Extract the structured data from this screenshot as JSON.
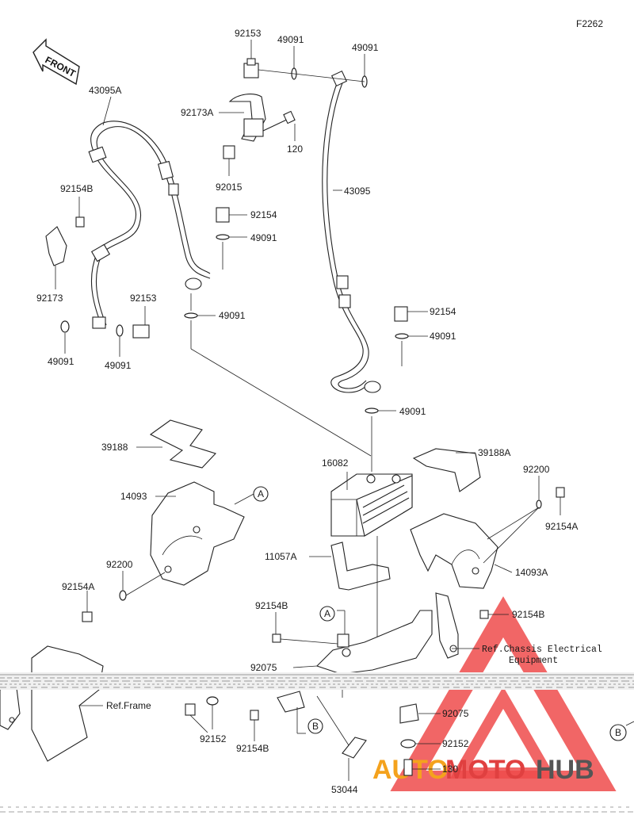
{
  "diagram_code": "F2262",
  "front_label": "FRONT",
  "parts": {
    "p43095A": "43095A",
    "p43095": "43095",
    "p92153_top": "92153",
    "p49091_top1": "49091",
    "p49091_top2": "49091",
    "p92173A": "92173A",
    "p120_top": "120",
    "p92015": "92015",
    "p92154_mid": "92154",
    "p49091_mid1": "49091",
    "p49091_mid2": "49091",
    "p92154B_left": "92154B",
    "p92173": "92173",
    "p92153_left": "92153",
    "p49091_left1": "49091",
    "p49091_left2": "49091",
    "p92154_right": "92154",
    "p49091_right1": "49091",
    "p49091_right2": "49091",
    "p39188": "39188",
    "p39188A": "39188A",
    "p16082": "16082",
    "p14093": "14093",
    "p14093A": "14093A",
    "p92200_left": "92200",
    "p92154A_left": "92154A",
    "p92200_right": "92200",
    "p92154A_right": "92154A",
    "p11057A": "11057A",
    "p92154B_mid": "92154B",
    "p92154B_right": "92154B",
    "p92075_left": "92075",
    "p92075_right": "92075",
    "p92152_left": "92152",
    "p92152_right": "92152",
    "p92154B_bottom": "92154B",
    "p130": "130",
    "p53044": "53044"
  },
  "refs": {
    "frame": "Ref.Frame",
    "chassis_line1": "Ref.Chassis Electrical",
    "chassis_line2": "Equipment"
  },
  "markers": {
    "a1": "A",
    "a2": "A",
    "b1": "B",
    "b2": "B"
  },
  "watermark": {
    "part1": "AUTO",
    "part2": "MOTO",
    "part3": "HUB",
    "color_orange": "#f4a21d",
    "color_red": "#e04040",
    "color_gray": "#555555"
  }
}
